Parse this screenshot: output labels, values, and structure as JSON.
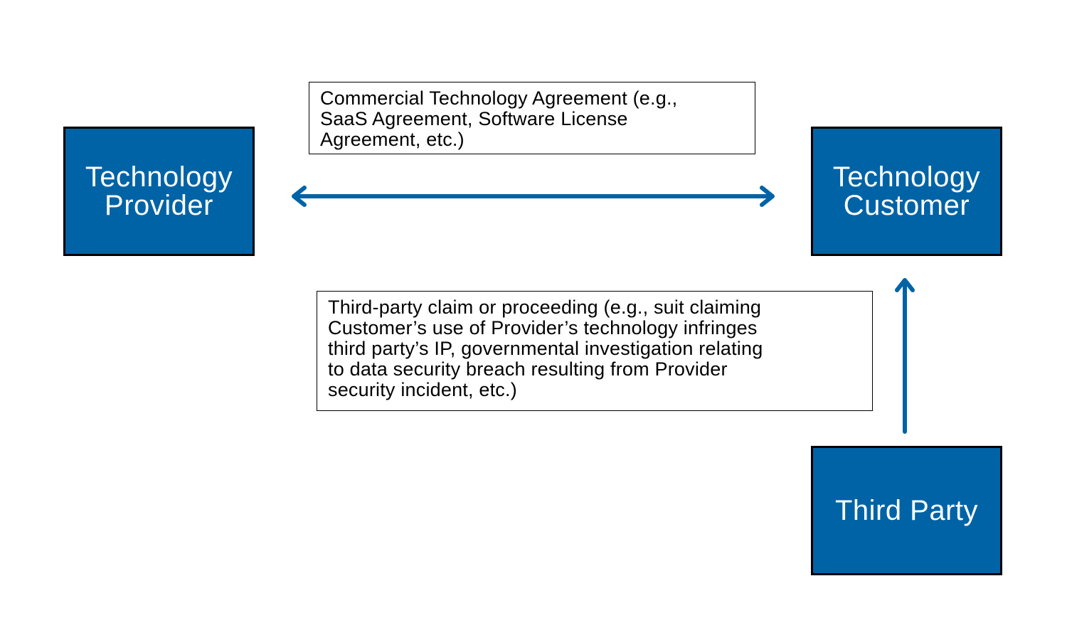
{
  "colors": {
    "node_fill": "#0063a6",
    "node_border": "#000000",
    "connector": "#0063a6",
    "note_border": "#000000"
  },
  "nodes": {
    "provider": {
      "label": "Technology\nProvider"
    },
    "customer": {
      "label": "Technology\nCustomer"
    },
    "third_party": {
      "label": "Third Party"
    }
  },
  "notes": {
    "agreement": {
      "lines": [
        "Commercial Technology Agreement (e.g.,",
        "SaaS Agreement, Software License",
        "Agreement, etc.)"
      ]
    },
    "claim": {
      "lines": [
        "Third-party claim or proceeding (e.g., suit claiming",
        "Customer’s use of Provider’s technology infringes",
        "third party’s IP, governmental investigation relating",
        "to data security breach resulting from Provider",
        "security incident, etc.)"
      ]
    }
  },
  "connectors": [
    {
      "from": "provider",
      "to": "customer",
      "style": "bidirectional-arrow"
    },
    {
      "from": "third_party",
      "to": "customer",
      "style": "arrow"
    }
  ]
}
